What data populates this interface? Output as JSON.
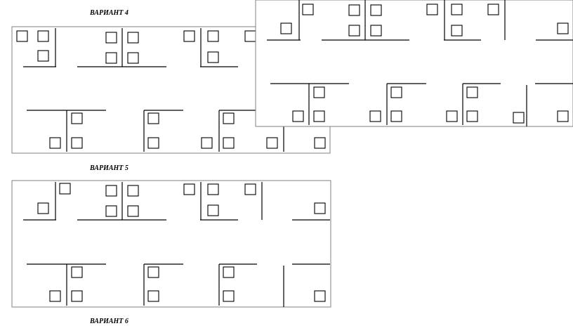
{
  "labels": {
    "variant4": "ВАРИАНТ 4",
    "variant5": "ВАРИАНТ 5",
    "variant6": "ВАРИАНТ 6"
  },
  "colors": {
    "stroke": "#000000",
    "frame": "#808080",
    "background": "#ffffff"
  }
}
